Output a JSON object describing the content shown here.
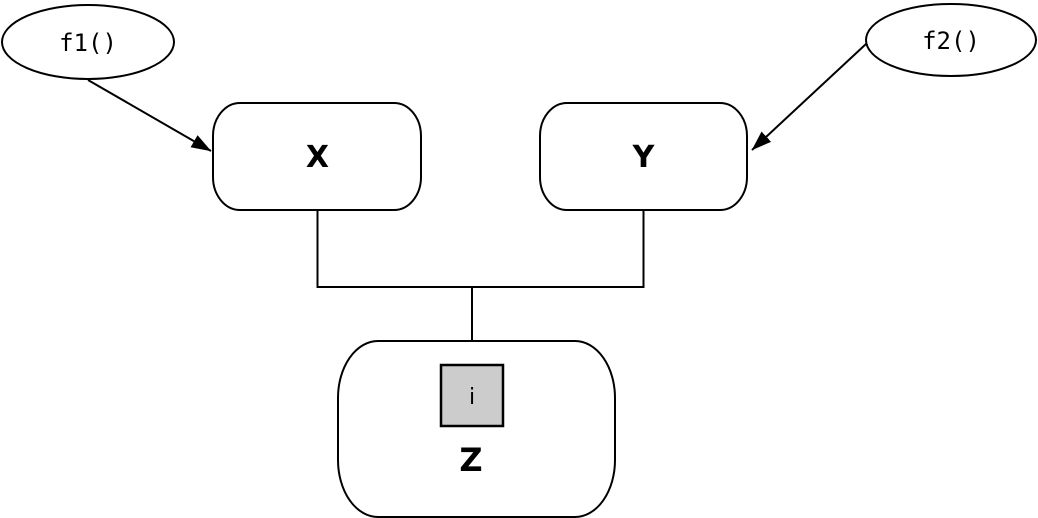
{
  "diagram": {
    "background_color": "#ffffff",
    "stroke_color": "#000000",
    "node_fill_color": "#ffffff",
    "nodes": {
      "f1": {
        "label": "f1()",
        "shape": "ellipse"
      },
      "f2": {
        "label": "f2()",
        "shape": "ellipse"
      },
      "x": {
        "label": "X",
        "shape": "rounded-box"
      },
      "y": {
        "label": "Y",
        "shape": "rounded-box"
      },
      "z": {
        "label": "Z",
        "shape": "rounded-box"
      },
      "index": {
        "label": "i",
        "shape": "square",
        "fill": "#cccccc"
      }
    },
    "edges": [
      {
        "from": "f1()",
        "to": "X",
        "arrow": true
      },
      {
        "from": "f2()",
        "to": "Y",
        "arrow": true
      },
      {
        "from": "X",
        "to": "Z",
        "arrow": true,
        "joined_with": "Y"
      },
      {
        "from": "Y",
        "to": "Z",
        "arrow": true,
        "joined_with": "X"
      }
    ]
  }
}
